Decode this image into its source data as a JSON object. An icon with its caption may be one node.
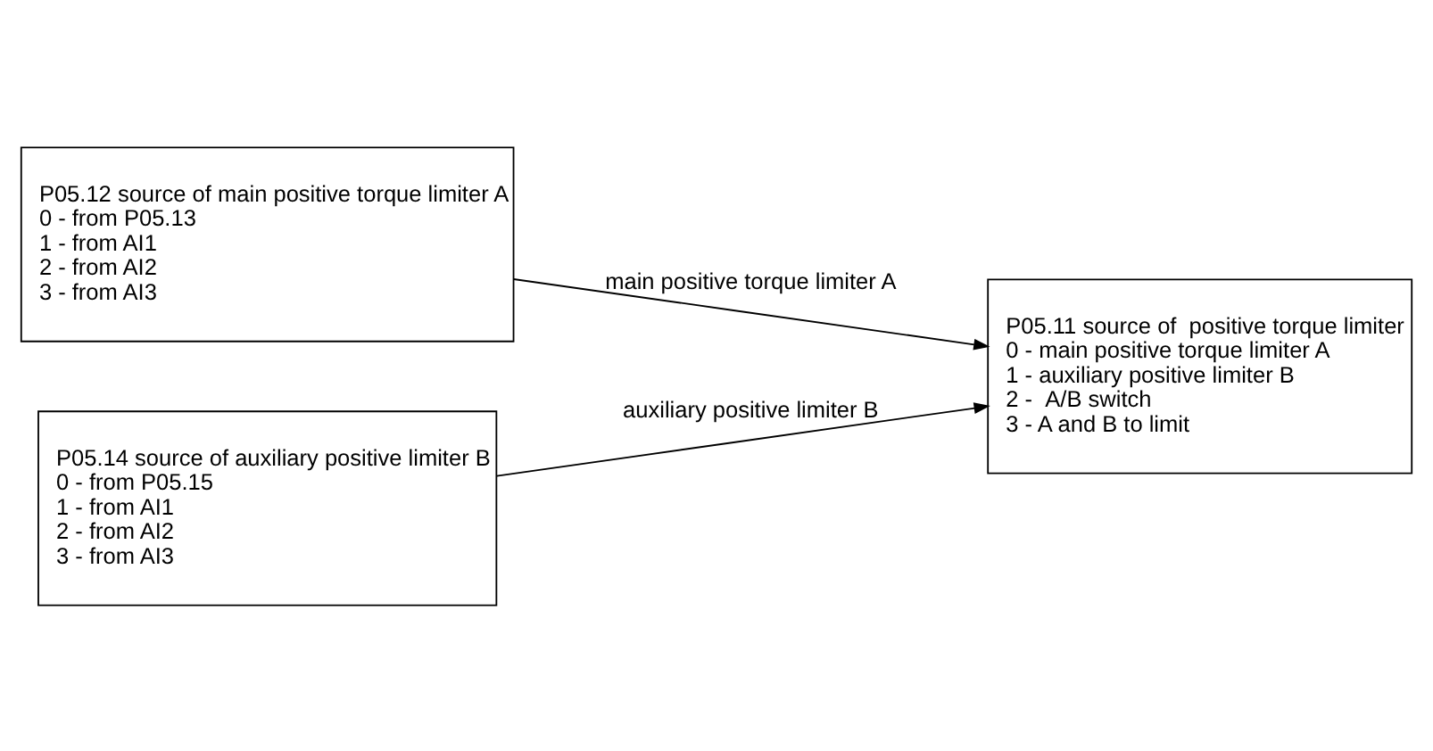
{
  "diagram": {
    "nodes": [
      {
        "text": [
          "P05.12 source of main positive torque limiter A",
          "0 - from P05.13",
          "1 - from AI1",
          "2 - from AI2",
          "3 - from AI3"
        ]
      },
      {
        "text": [
          "P05.14 source of auxiliary positive limiter B",
          "0 - from P05.15",
          "1 - from AI1",
          "2 - from AI2",
          "3 - from AI3"
        ]
      },
      {
        "text": [
          "P05.11 source of  positive torque limiter",
          "0 - main positive torque limiter A",
          "1 - auxiliary positive limiter B",
          "2 -  A/B switch",
          "3 - A and B to limit"
        ]
      }
    ],
    "edges": [
      {
        "from": 0,
        "to": 2,
        "arrow": "to",
        "label": "main positive torque limiter A"
      },
      {
        "from": 1,
        "to": 2,
        "arrow": "to",
        "label": "auxiliary positive limiter B"
      }
    ]
  }
}
